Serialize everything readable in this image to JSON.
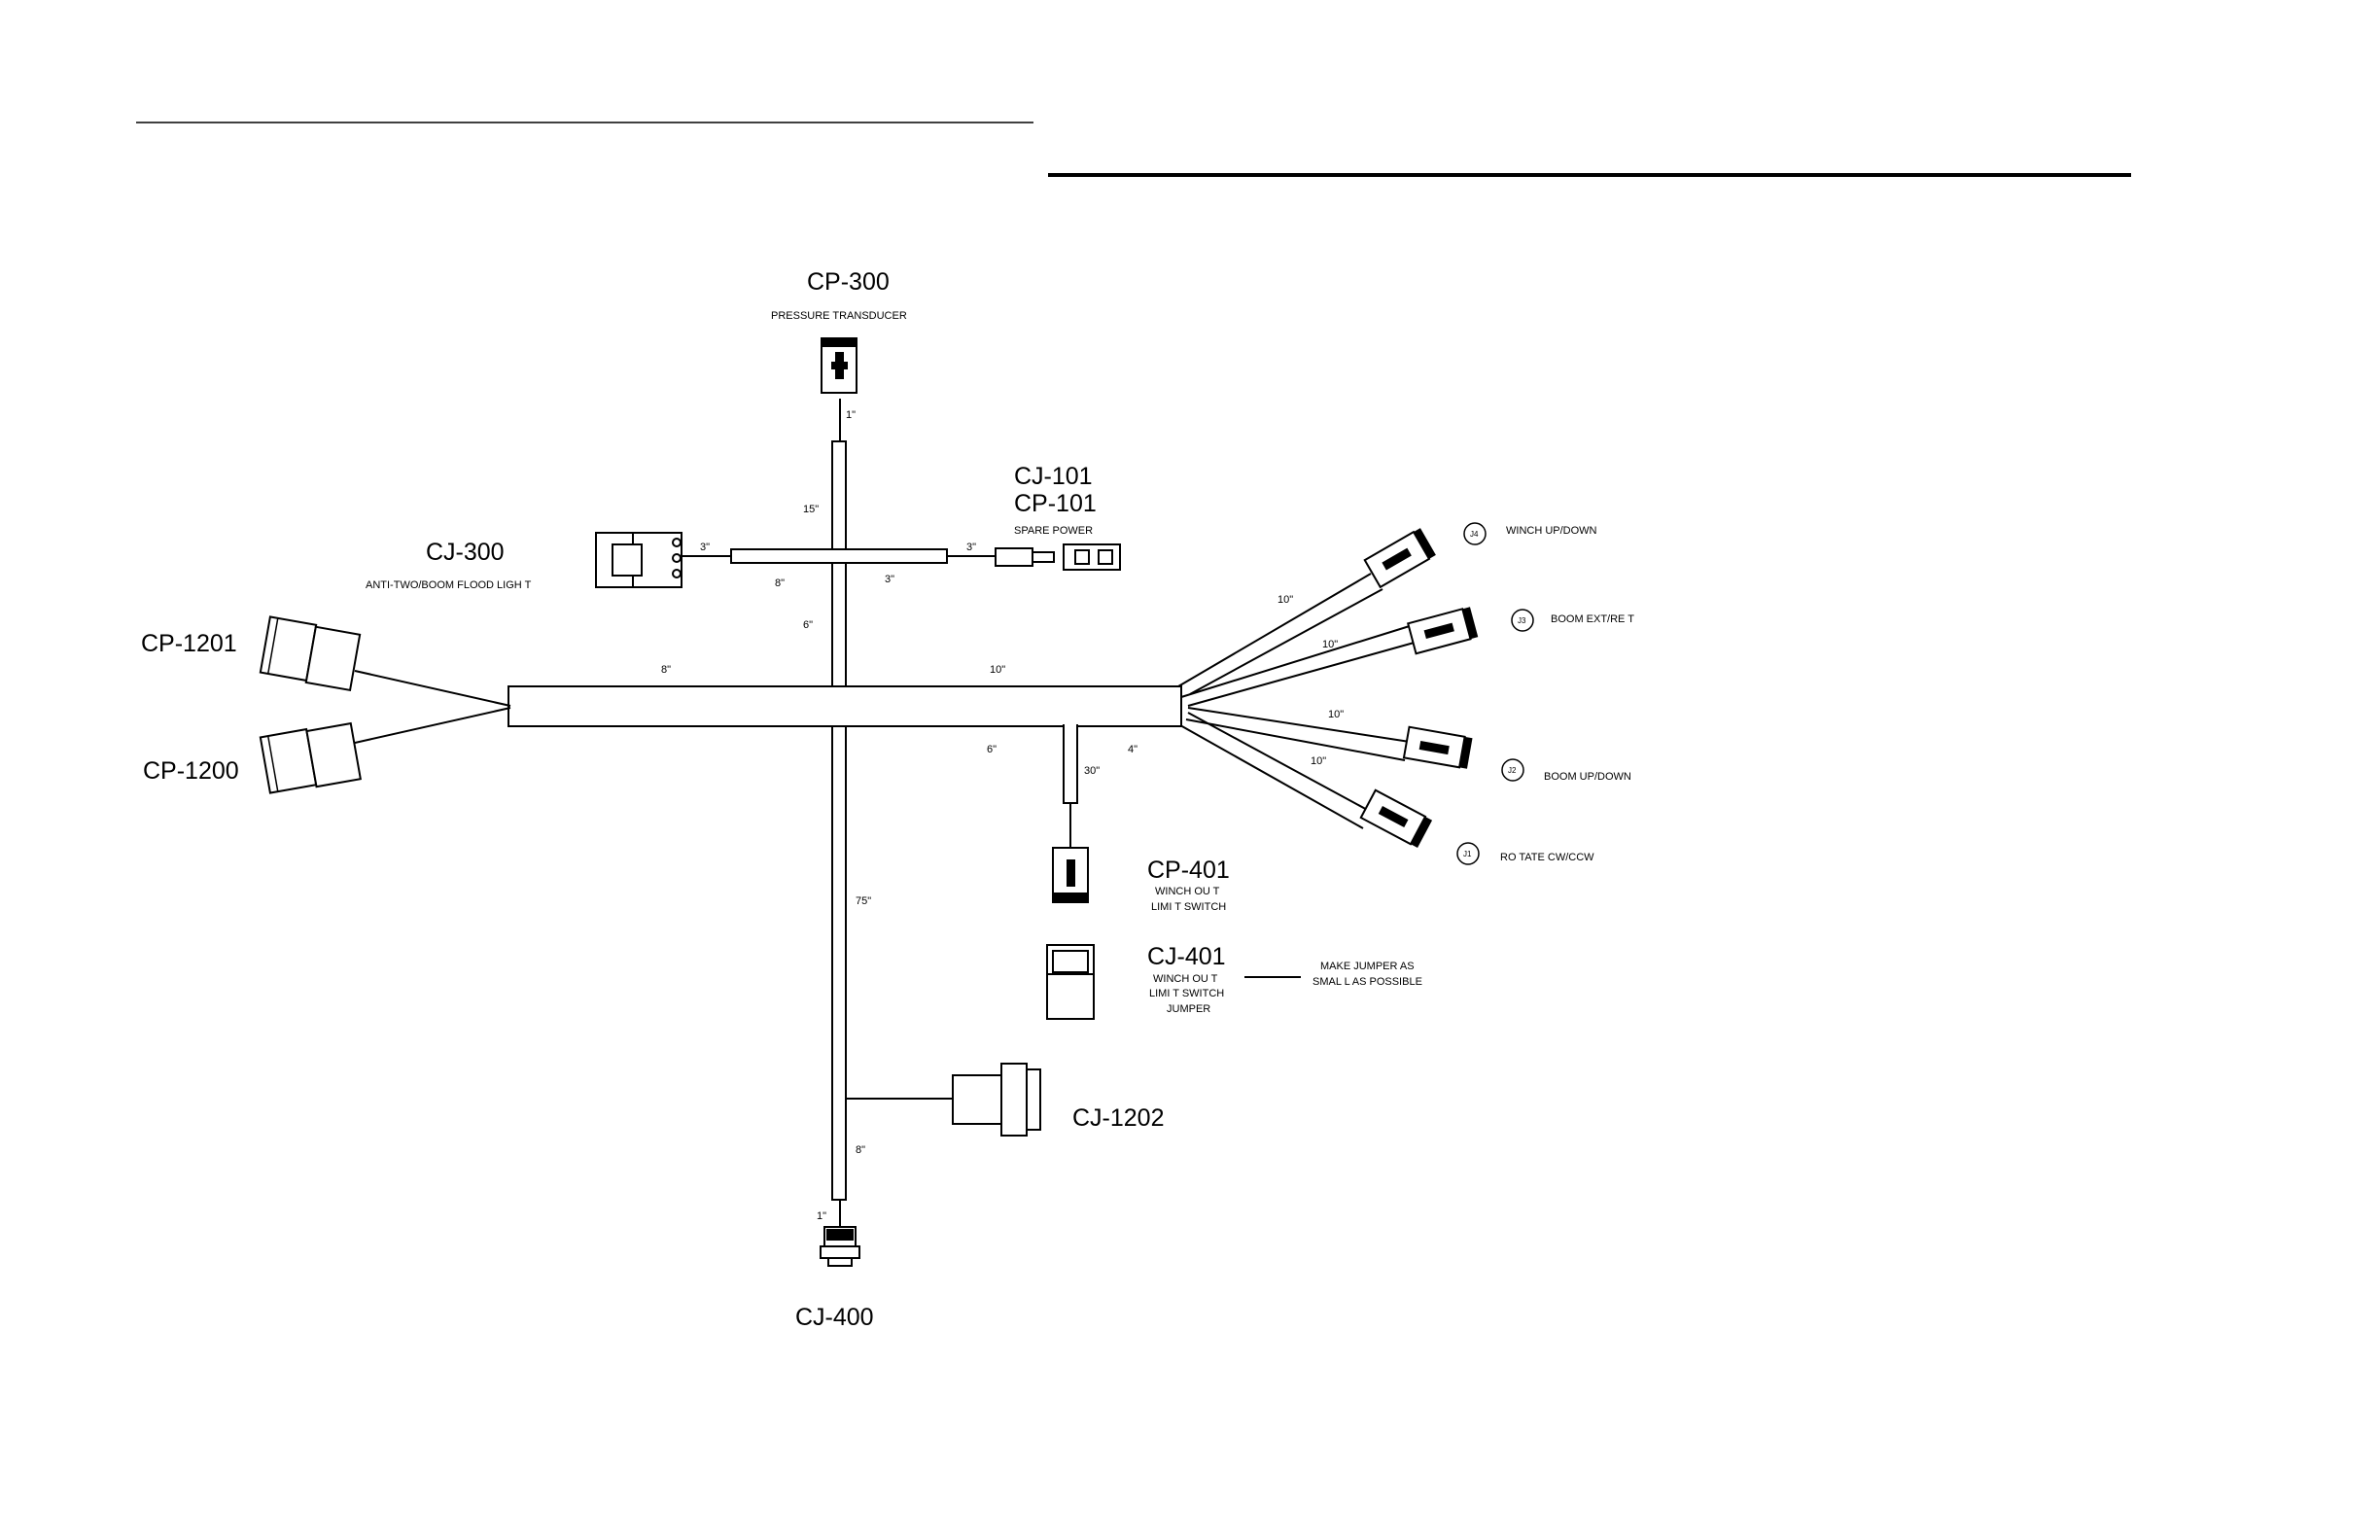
{
  "connectors": {
    "cp300": {
      "id": "CP-300",
      "desc": "PRESSURE   TRANSDUCER"
    },
    "cj101": {
      "id": "CJ-101",
      "id2": "CP-101",
      "desc": "SPARE POWER"
    },
    "cj300": {
      "id": "CJ-300",
      "desc": "ANTI-TWO/BOOM FLOOD LIGH    T"
    },
    "cp1201": {
      "id": "CP-1201"
    },
    "cp1200": {
      "id": "CP-1200"
    },
    "cp401": {
      "id": "CP-401",
      "desc1": "WINCH OU  T",
      "desc2": "LIMI T SWITCH"
    },
    "cj401": {
      "id": "CJ-401",
      "desc1": "WINCH OU  T",
      "desc2": "LIMI T SWITCH",
      "desc3": "JUMPER"
    },
    "cj1202": {
      "id": "CJ-1202"
    },
    "cj400": {
      "id": "CJ-400"
    },
    "j4": {
      "tag": "J4",
      "desc": "WINCH UP/DOWN"
    },
    "j3": {
      "tag": "J3",
      "desc": "BOOM EXT/RE  T"
    },
    "j2": {
      "tag": "J2",
      "desc": "BOOM UP/DOWN"
    },
    "j1": {
      "tag": "J1",
      "desc": "RO TATE CW/CCW"
    }
  },
  "note": {
    "line1": "MAKE JUMPER    AS",
    "line2": "SMAL L AS POSSIBLE"
  },
  "dims": {
    "d_cp300": "1\"",
    "d_up": "15\"",
    "d_left_branch": "3\"",
    "d_left_stub": "8\"",
    "d_right_branch": "3\"",
    "d_right_stub": "3\"",
    "d_down_short": "6\"",
    "d_main_left": "8\"",
    "d_main_right": "10\"",
    "d_lower_left": "6\"",
    "d_cp401": "30\"",
    "d_lower_right": "4\"",
    "d_j4": "10\"",
    "d_j3": "10\"",
    "d_j2": "10\"",
    "d_j1": "10\"",
    "d_down_long": "75\"",
    "d_bottom": "8\"",
    "d_cj400": "1\""
  }
}
